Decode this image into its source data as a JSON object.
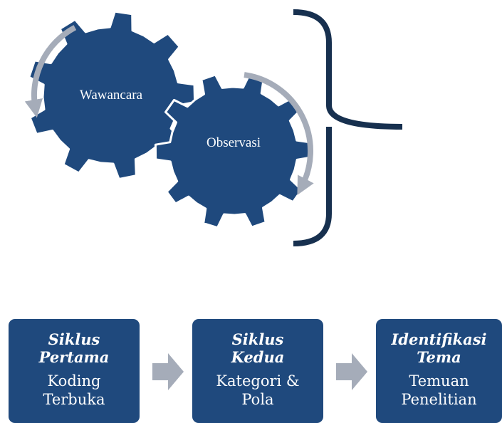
{
  "diagram": {
    "gears": [
      {
        "label": "Wawancara"
      },
      {
        "label": "Observasi"
      }
    ],
    "steps": [
      {
        "title": "Siklus\nPertama",
        "body": "Koding\nTerbuka"
      },
      {
        "title": "Siklus\nKedua",
        "body": "Kategori &\nPola"
      },
      {
        "title": "Identifikasi\nTema",
        "body": "Temuan\nPenelitian"
      }
    ]
  },
  "colors": {
    "gear_fill": "#1f497d",
    "gear_stroke": "#ffffff",
    "cycle_arrow": "#a5acb9",
    "bracket": "#17304f",
    "process_box": "#1f497d",
    "process_arrow": "#a5acb9",
    "text": "#ffffff"
  }
}
